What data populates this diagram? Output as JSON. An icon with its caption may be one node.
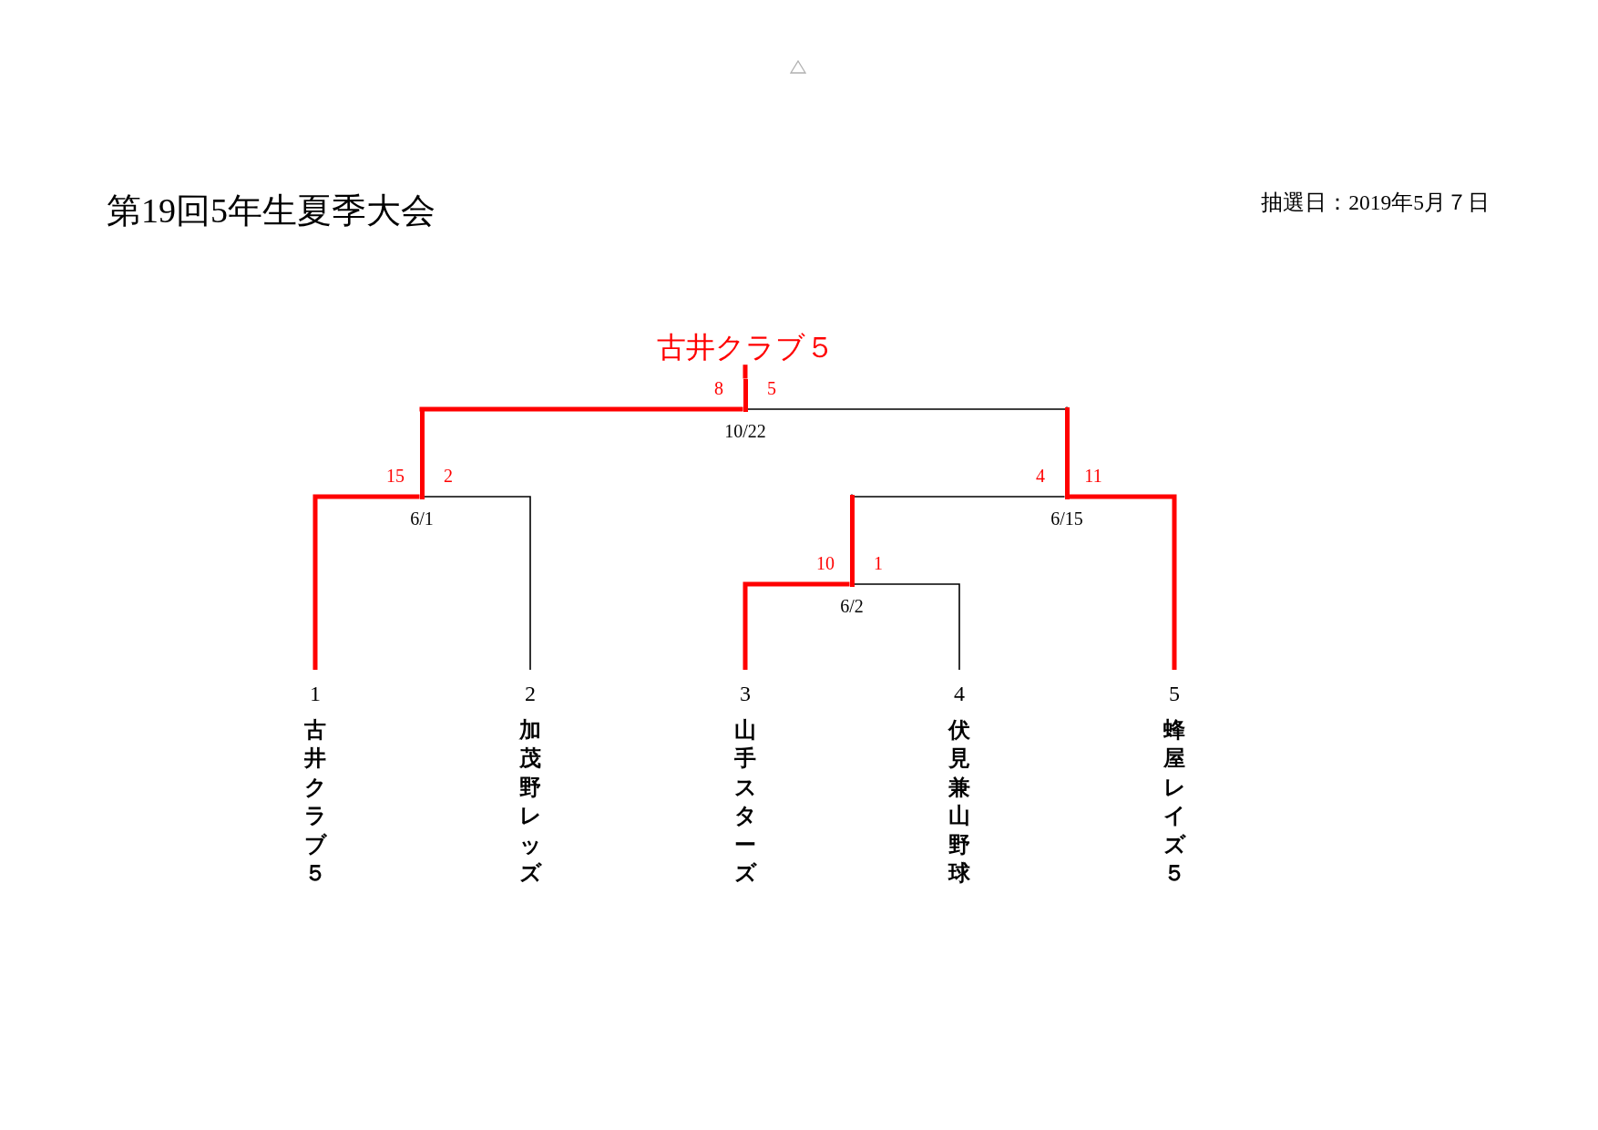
{
  "diagram": {
    "title": "第19回5年生夏季大会",
    "nodes": [
      {
        "text": [
          "古井クラブ５"
        ]
      },
      {
        "text": [],
        "shape": "bar",
        "beside": [
          "8",
          "5",
          "10/22"
        ]
      },
      {
        "text": [],
        "shape": "bar",
        "beside": [
          "15",
          "2",
          "6/1"
        ]
      },
      {
        "text": [],
        "shape": "bar",
        "beside": [
          "4",
          "11",
          "6/15"
        ]
      },
      {
        "text": [],
        "shape": "bar",
        "beside": [
          "10",
          "1",
          "6/2"
        ]
      },
      {
        "text": [
          "1",
          "古井クラブ５"
        ]
      },
      {
        "text": [
          "2",
          "加茂野レッズ"
        ]
      },
      {
        "text": [
          "3",
          "山手スターズ"
        ]
      },
      {
        "text": [
          "4",
          "伏見兼山野球"
        ]
      },
      {
        "text": [
          "5",
          "蜂屋レイズ５"
        ]
      }
    ],
    "edges": [
      {
        "from": 5,
        "to": 2,
        "arrow": "none"
      },
      {
        "from": 6,
        "to": 2,
        "arrow": "none",
        "color": "#000000"
      },
      {
        "from": 7,
        "to": 4,
        "arrow": "none"
      },
      {
        "from": 8,
        "to": 4,
        "arrow": "none",
        "color": "#000000"
      },
      {
        "from": 4,
        "to": 3,
        "arrow": "none",
        "color": "#000000"
      },
      {
        "from": 9,
        "to": 3,
        "arrow": "none"
      },
      {
        "from": 2,
        "to": 1,
        "arrow": "none"
      },
      {
        "from": 3,
        "to": 1,
        "arrow": "none",
        "color": "#000000"
      },
      {
        "from": 1,
        "to": 0,
        "arrow": "none"
      }
    ],
    "labels": [
      "抽選日：2019年5月７日"
    ]
  }
}
